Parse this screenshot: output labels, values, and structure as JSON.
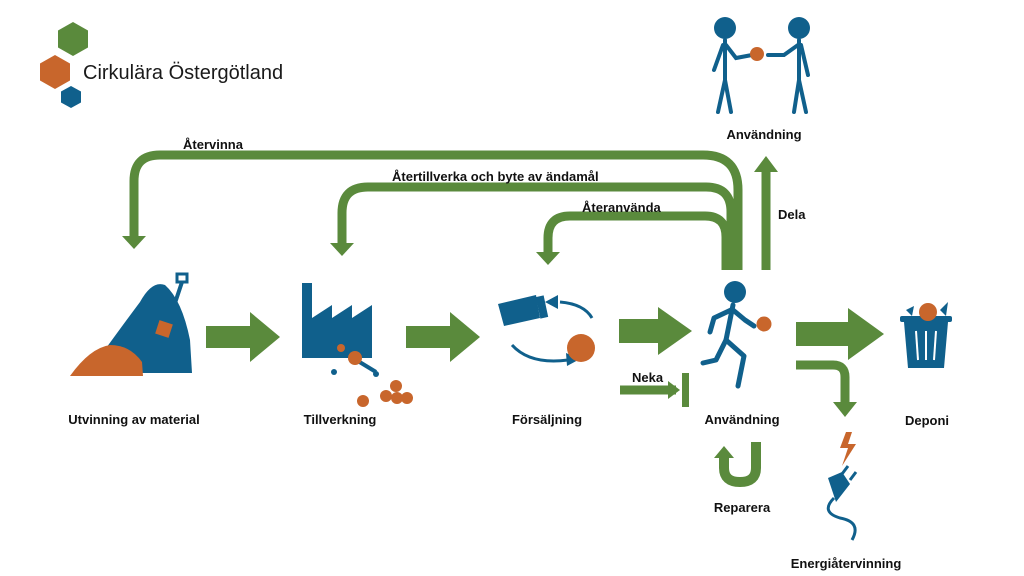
{
  "brand": {
    "name": "Cirkulära Östergötland",
    "colors": {
      "green": "#5a8a3c",
      "orange": "#c8662c",
      "blue": "#10608c"
    }
  },
  "stages": {
    "extraction": "Utvinning av material",
    "manufacturing": "Tillverkning",
    "sales": "Försäljning",
    "use": "Användning",
    "use_sharing": "Användning",
    "landfill": "Deponi",
    "energy_recovery": "Energiåtervinning"
  },
  "flows": {
    "recycle": "Återvinna",
    "remanufacture": "Återtillverka och byte av ändamål",
    "reuse": "Återanvända",
    "share": "Dela",
    "refuse": "Neka",
    "repair": "Reparera"
  },
  "icons": [
    "hexagon-logo-icon",
    "material-heap-icon",
    "factory-icon",
    "exchange-cycle-icon",
    "walking-person-icon",
    "handover-people-icon",
    "trash-can-icon",
    "power-plug-icon",
    "u-turn-arrow-icon"
  ]
}
